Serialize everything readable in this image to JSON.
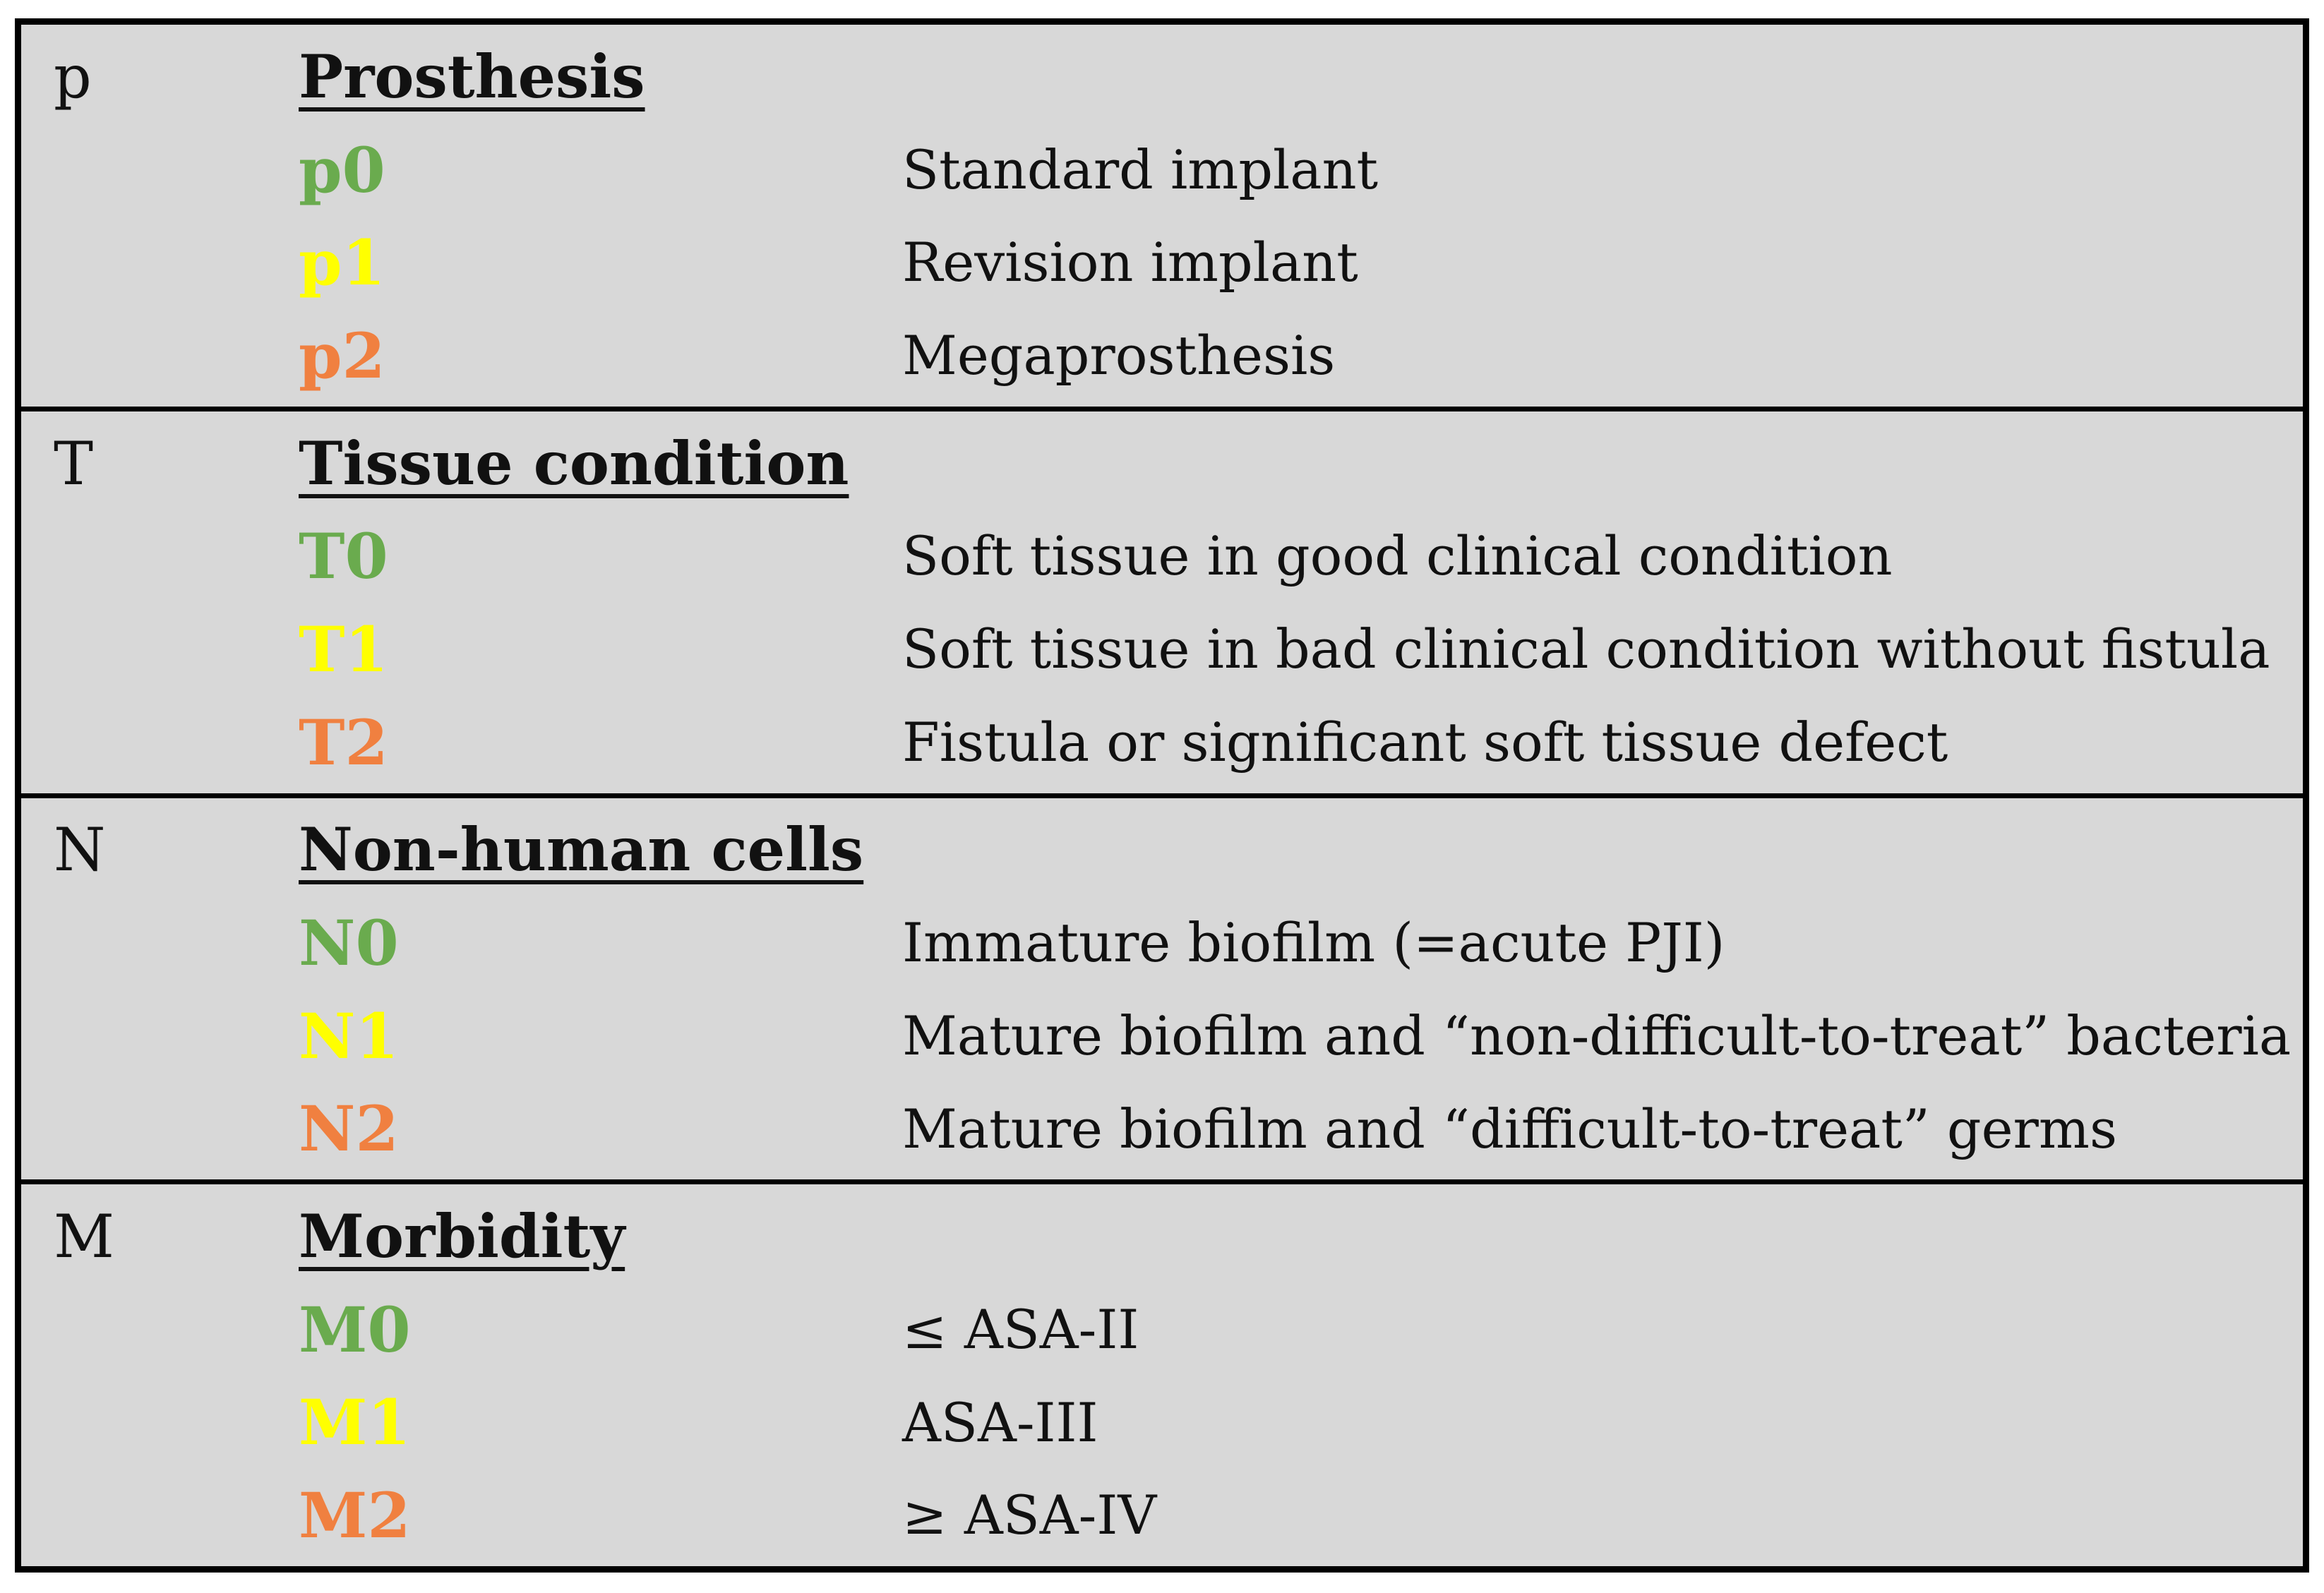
{
  "table": {
    "background": "#d8d8d8",
    "border_color": "#000000",
    "colors": {
      "level0": "#6aab4e",
      "level1": "#ffff00",
      "level2": "#f08040"
    },
    "sections": [
      {
        "letter": "p",
        "title": "Prosthesis",
        "items": [
          {
            "code": "p0",
            "level": 0,
            "description": "Standard implant"
          },
          {
            "code": "p1",
            "level": 1,
            "description": "Revision implant"
          },
          {
            "code": "p2",
            "level": 2,
            "description": "Megaprosthesis"
          }
        ]
      },
      {
        "letter": "T",
        "title": "Tissue condition",
        "items": [
          {
            "code": "T0",
            "level": 0,
            "description": "Soft tissue in good clinical condition"
          },
          {
            "code": "T1",
            "level": 1,
            "description": "Soft tissue in bad clinical condition without fistula"
          },
          {
            "code": "T2",
            "level": 2,
            "description": "Fistula or significant soft tissue defect"
          }
        ]
      },
      {
        "letter": "N",
        "title": "Non-human cells",
        "items": [
          {
            "code": "N0",
            "level": 0,
            "description": "Immature biofilm (=acute PJI)"
          },
          {
            "code": "N1",
            "level": 1,
            "description": "Mature biofilm and “non-difficult-to-treat” bacteria"
          },
          {
            "code": "N2",
            "level": 2,
            "description": "Mature biofilm and “difficult-to-treat” germs"
          }
        ]
      },
      {
        "letter": "M",
        "title": "Morbidity",
        "items": [
          {
            "code": "M0",
            "level": 0,
            "description": "≤ ASA-II"
          },
          {
            "code": "M1",
            "level": 1,
            "description": "ASA-III"
          },
          {
            "code": "M2",
            "level": 2,
            "description": "≥ ASA-IV"
          }
        ]
      }
    ]
  }
}
